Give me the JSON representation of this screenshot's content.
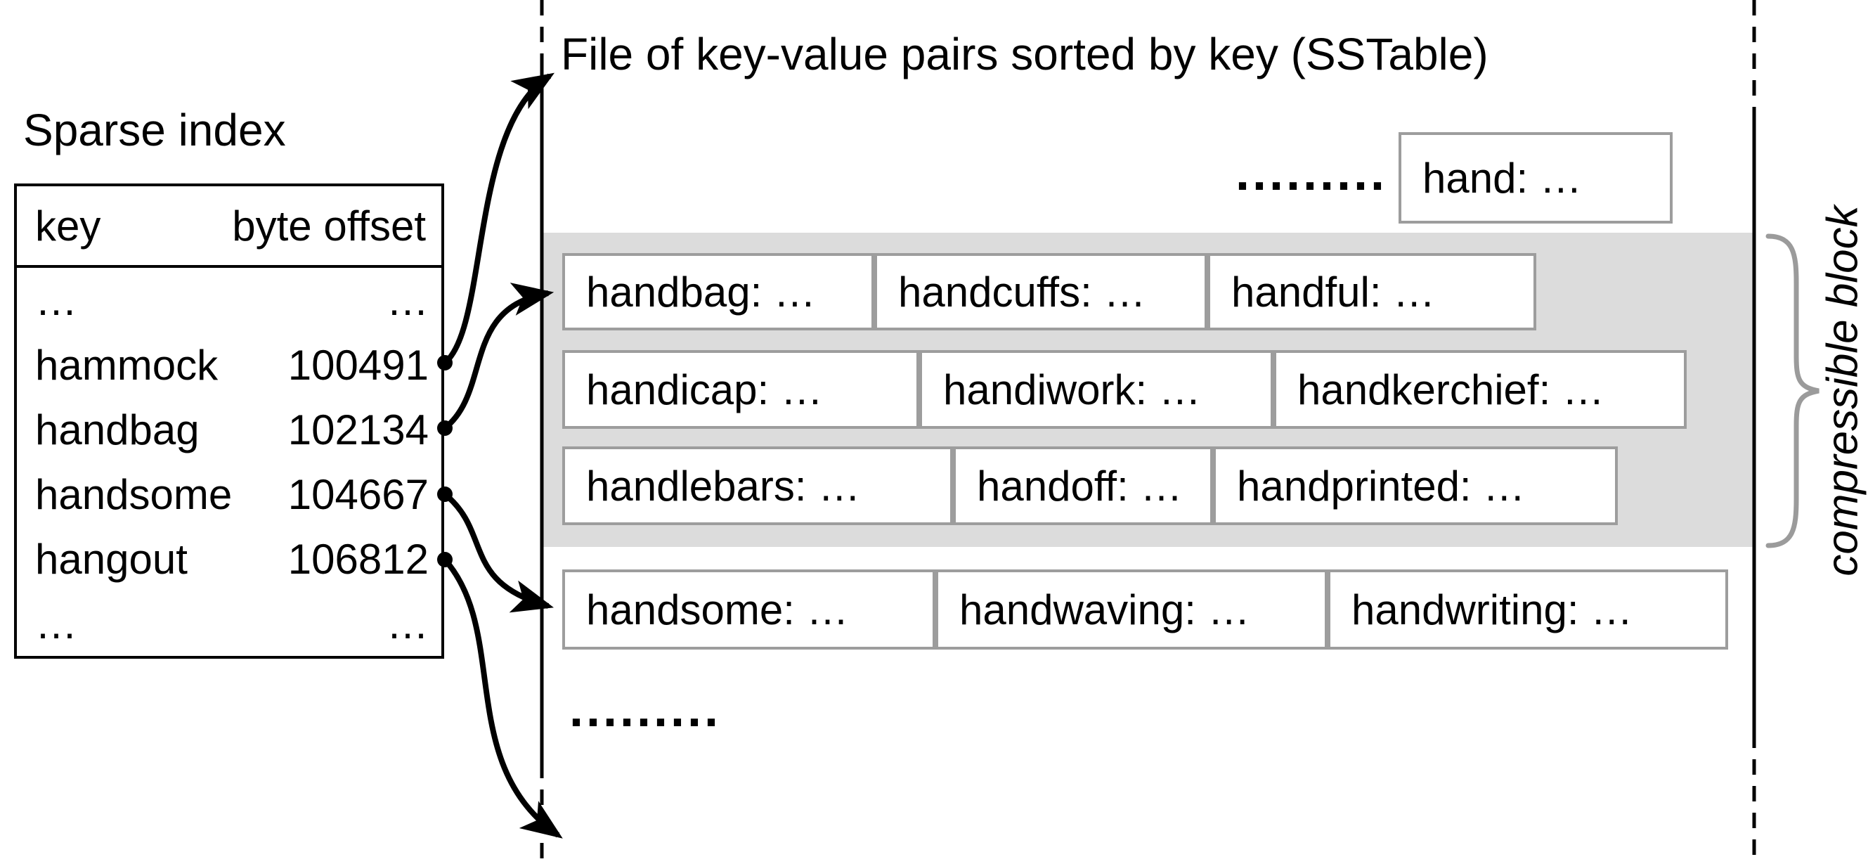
{
  "sparse_index": {
    "title": "Sparse index",
    "table": {
      "columns": [
        "key",
        "byte offset"
      ],
      "rows": [
        {
          "key": "…",
          "byte_offset": "…"
        },
        {
          "key": "hammock",
          "byte_offset": "100491"
        },
        {
          "key": "handbag",
          "byte_offset": "102134"
        },
        {
          "key": "handsome",
          "byte_offset": "104667"
        },
        {
          "key": "hangout",
          "byte_offset": "106812"
        },
        {
          "key": "…",
          "byte_offset": "…"
        }
      ]
    }
  },
  "sstable": {
    "title": "File of key-value pairs sorted by key (SSTable)",
    "top_ellipsis": ".........",
    "isolated_entry": "hand: …",
    "compressed_rows": [
      [
        "handbag: …",
        "handcuffs: …",
        "handful: …"
      ],
      [
        "handicap: …",
        "handiwork: …",
        "handkerchief: …"
      ],
      [
        "handlebars: …",
        "handoff: …",
        "handprinted: …"
      ]
    ],
    "uncompressed_row": [
      "handsome: …",
      "handwaving: …",
      "handwriting: …"
    ],
    "bottom_ellipsis": "........."
  },
  "annotations": {
    "compressible_block": "compressible block"
  },
  "colors": {
    "background": "#ffffff",
    "ink": "#000000",
    "entry_border": "#9d9d9d",
    "compressible_block_bg": "#dcdcdc",
    "brace": "#9b9b9b"
  }
}
